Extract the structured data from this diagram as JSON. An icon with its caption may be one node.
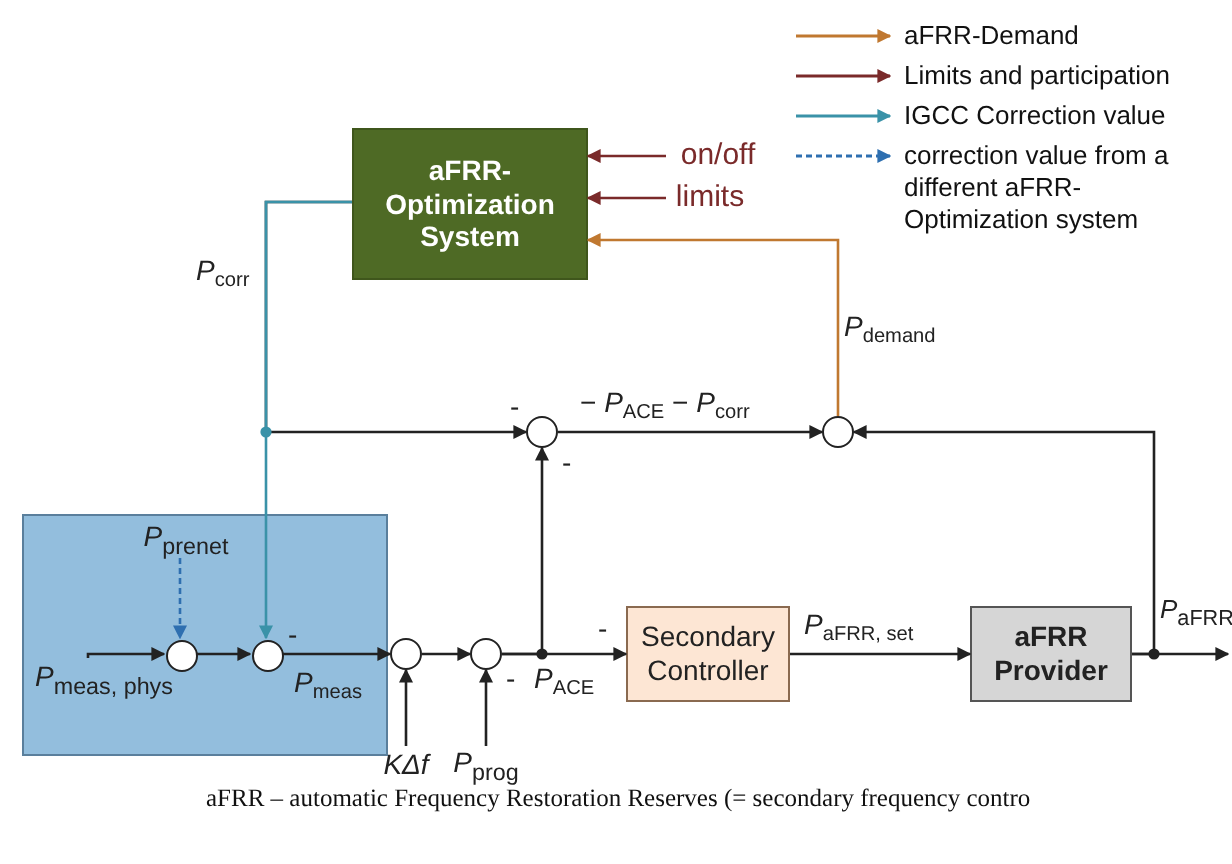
{
  "diagram": {
    "caption": "aFRR – automatic Frequency Restoration Reserves (= secondary frequency contro",
    "nodes": [
      {
        "text": [
          "aFRR-Optimization System"
        ]
      },
      {
        "text": [],
        "shape": "box"
      },
      {
        "text": [],
        "shape": "circle",
        "in": 1
      },
      {
        "text": [],
        "shape": "circle",
        "in": 1
      },
      {
        "text": [],
        "shape": "circle"
      },
      {
        "text": [],
        "shape": "circle"
      },
      {
        "text": [],
        "shape": "circle"
      },
      {
        "text": [],
        "shape": "circle"
      },
      {
        "text": [
          "Secondary Controller"
        ]
      },
      {
        "text": [
          "aFRR Provider"
        ]
      },
      {
        "text": [
          "on/off"
        ]
      },
      {
        "text": [
          "limits"
        ]
      },
      {
        "text": [
          "*P*$_{prenet}$"
        ],
        "in": 1
      },
      {
        "text": [
          "*P*$_{meas, phys}$"
        ],
        "in": 1
      },
      {
        "text": [
          "KΔf"
        ]
      },
      {
        "text": [
          "*P*$_{prog}$"
        ]
      },
      {
        "text": [
          "*P*$_{aFRR}$"
        ]
      }
    ],
    "edges": [
      {
        "from": 10,
        "to": 0,
        "arrow": "to",
        "color": "#7a2a2a"
      },
      {
        "from": 11,
        "to": 0,
        "arrow": "to",
        "color": "#7a2a2a"
      },
      {
        "from": 7,
        "to": 0,
        "arrow": "to",
        "color": "#c07830"
      },
      {
        "from": 0,
        "to": 3,
        "arrow": "to",
        "color": "#3a92a8"
      },
      {
        "from": 0,
        "to": 6,
        "arrow": "to"
      },
      {
        "from": 13,
        "to": 2,
        "arrow": "to"
      },
      {
        "from": 12,
        "to": 2,
        "arrow": "to",
        "style": "dashed",
        "color": "#2e6fb0"
      },
      {
        "from": 2,
        "to": 3,
        "arrow": "to"
      },
      {
        "from": 3,
        "to": 4,
        "arrow": "to"
      },
      {
        "from": 14,
        "to": 4,
        "arrow": "to"
      },
      {
        "from": 4,
        "to": 5,
        "arrow": "to"
      },
      {
        "from": 15,
        "to": 5,
        "arrow": "to"
      },
      {
        "from": 5,
        "to": 8,
        "arrow": "to"
      },
      {
        "from": 5,
        "to": 6,
        "arrow": "to"
      },
      {
        "from": 6,
        "to": 7,
        "arrow": "to"
      },
      {
        "from": 8,
        "to": 9,
        "arrow": "to"
      },
      {
        "from": 9,
        "to": 16,
        "arrow": "to"
      },
      {
        "from": 9,
        "to": 7,
        "arrow": "to"
      }
    ],
    "labels": [
      "*P*$_{corr}$",
      "*P*$_{demand}$",
      "-",
      "− *P*$_{ACE}$ − *P*$_{corr}$",
      "-",
      "-",
      "*P*$_{meas}$",
      "-",
      "*P*$_{ACE}$",
      "-",
      "*P*$_{aFRR, set}$"
    ],
    "legend": [
      {
        "text": "aFRR-Demand"
      },
      {
        "text": "Limits and participation"
      },
      {
        "text": "IGCC Correction value"
      },
      {
        "text": "correction value from a different aFRR-Optimization system"
      }
    ]
  }
}
